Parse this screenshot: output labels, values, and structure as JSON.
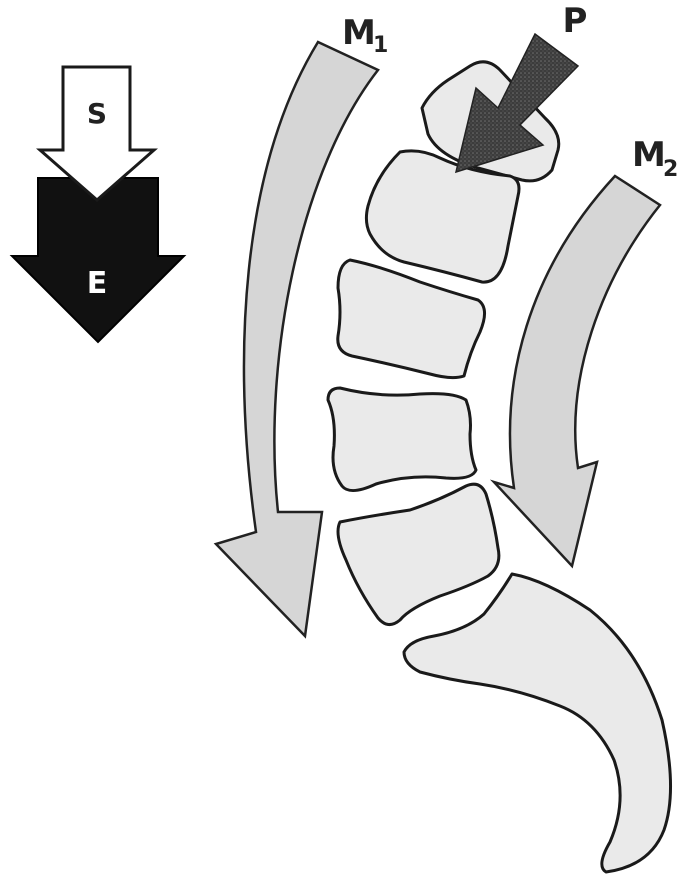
{
  "labels": {
    "s": "S",
    "e": "E",
    "p": "P",
    "m1": {
      "main": "M",
      "sub": "1"
    },
    "m2": {
      "main": "M",
      "sub": "2"
    }
  },
  "colors": {
    "bone_fill": "#eaeaea",
    "muscle_arrow_fill": "#d6d6d6",
    "outline": "#1a1a1a",
    "force_e": "#111111",
    "force_p": "#4a4a4a",
    "force_s": "#ffffff"
  }
}
